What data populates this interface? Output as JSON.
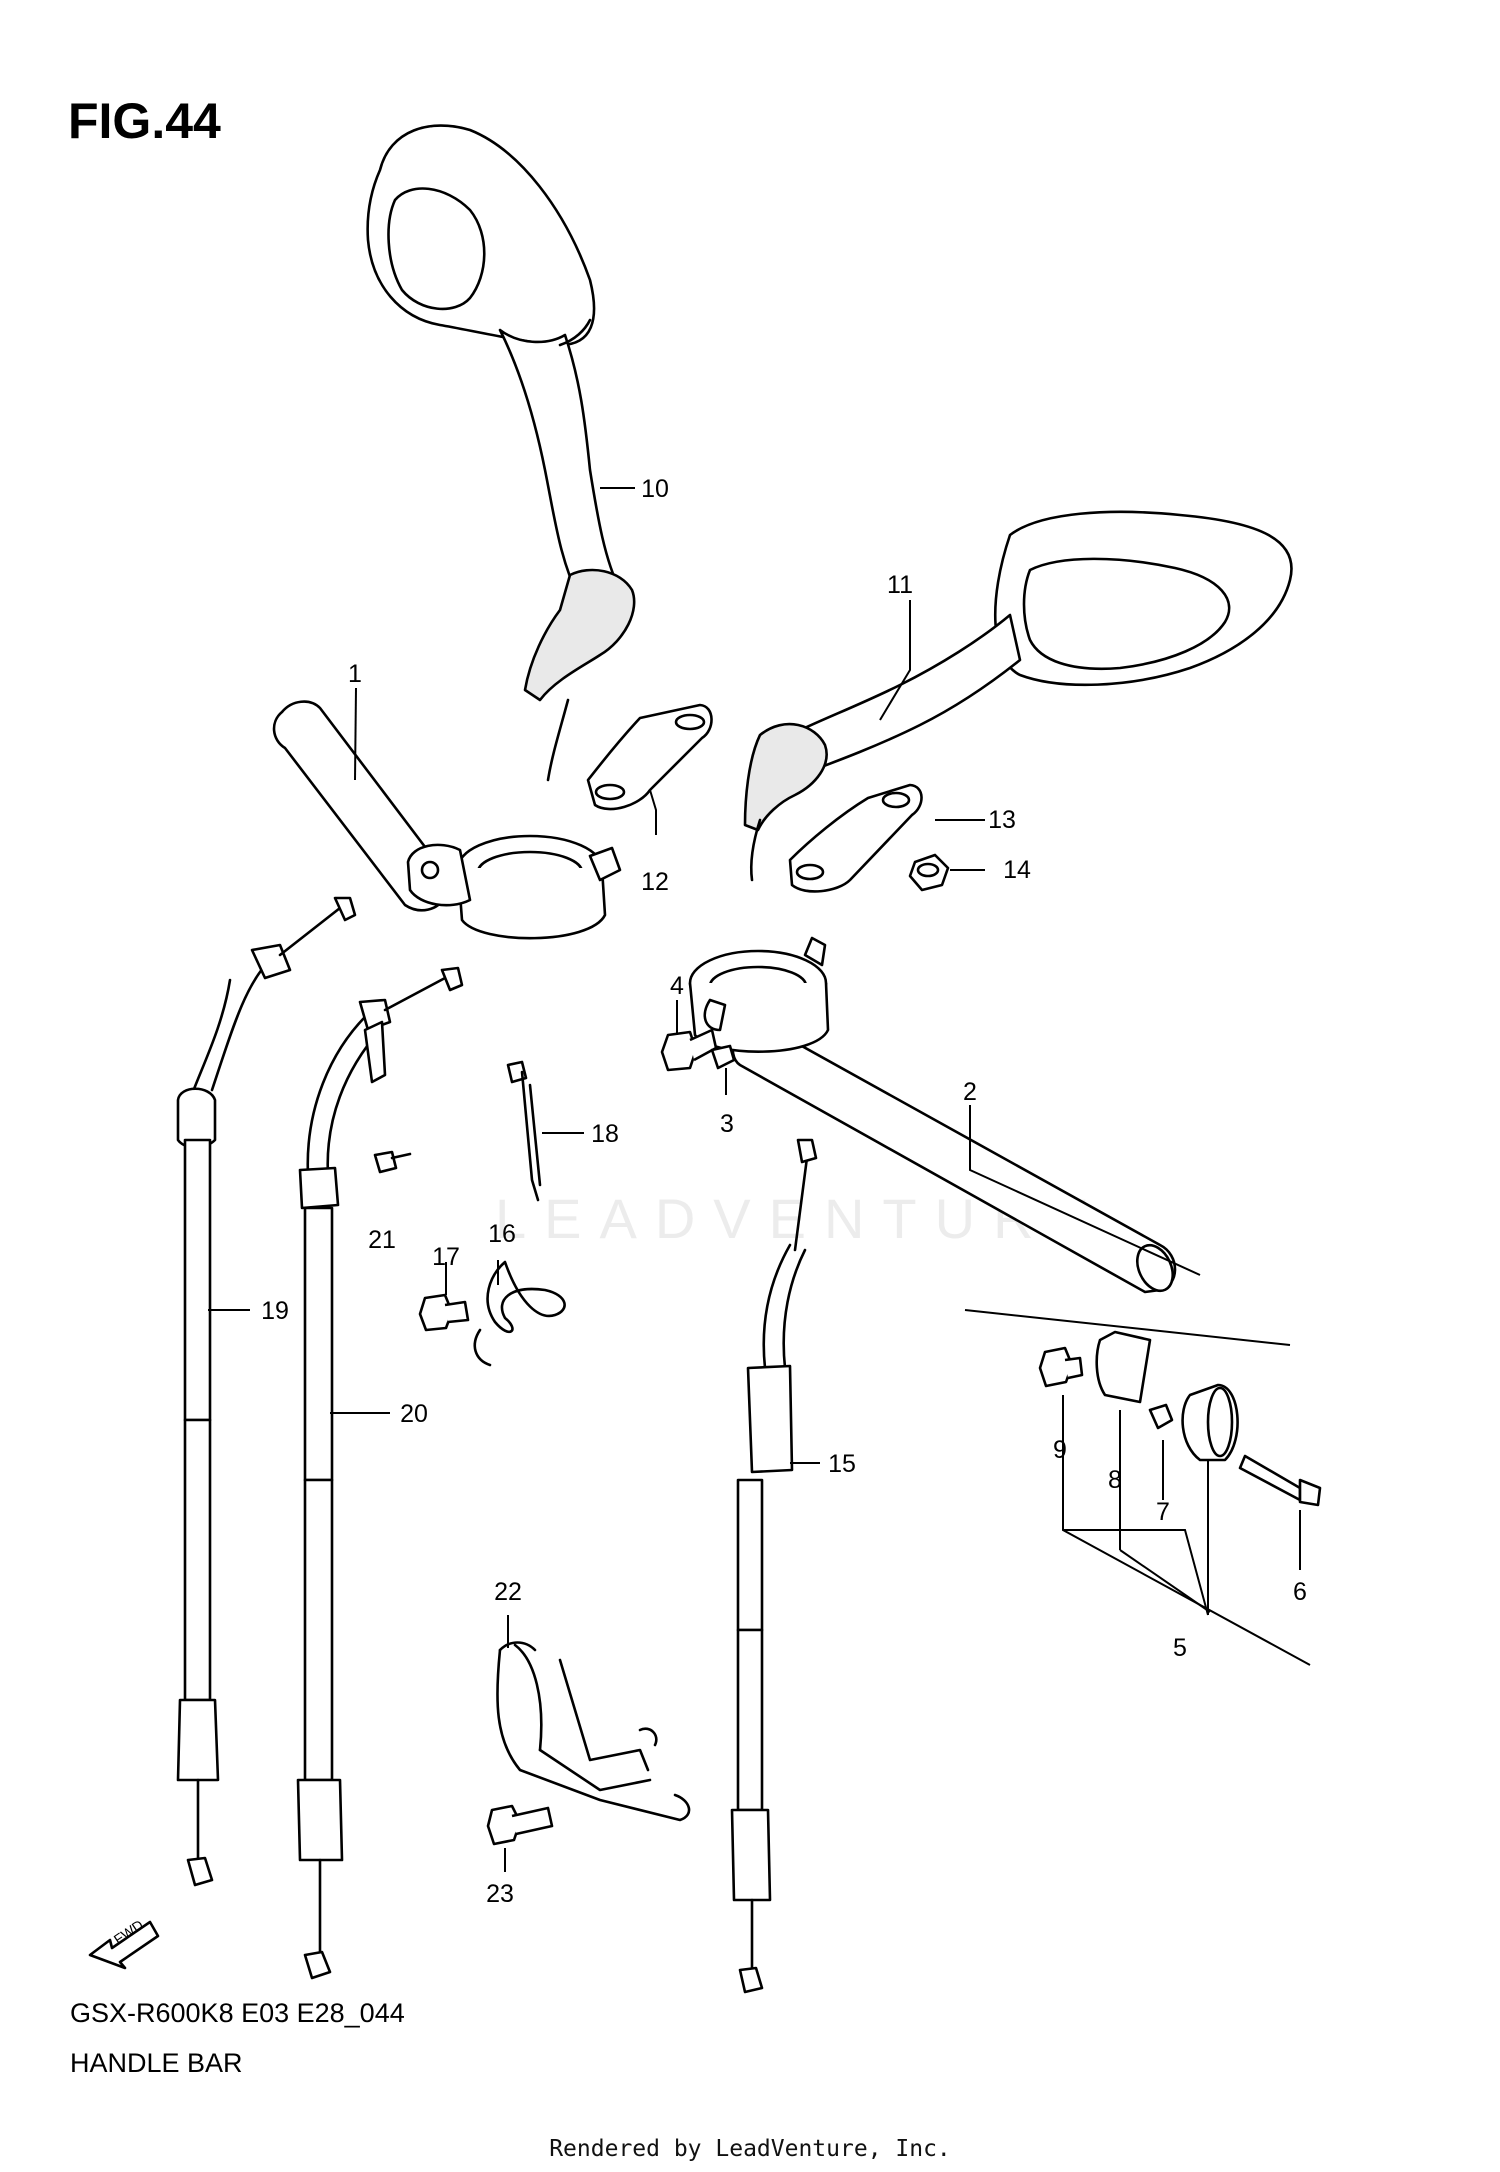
{
  "figure": {
    "title": "FIG.44"
  },
  "footer": {
    "code": "GSX-R600K8 E03 E28_044",
    "name": "HANDLE BAR",
    "rendered_by": "Rendered by LeadVenture, Inc."
  },
  "watermark": "LEADVENTURE",
  "fwd_label": "FWD",
  "callouts": [
    "1",
    "2",
    "3",
    "4",
    "5",
    "6",
    "7",
    "8",
    "9",
    "10",
    "11",
    "12",
    "13",
    "14",
    "15",
    "16",
    "17",
    "18",
    "19",
    "20",
    "21",
    "22",
    "23"
  ]
}
